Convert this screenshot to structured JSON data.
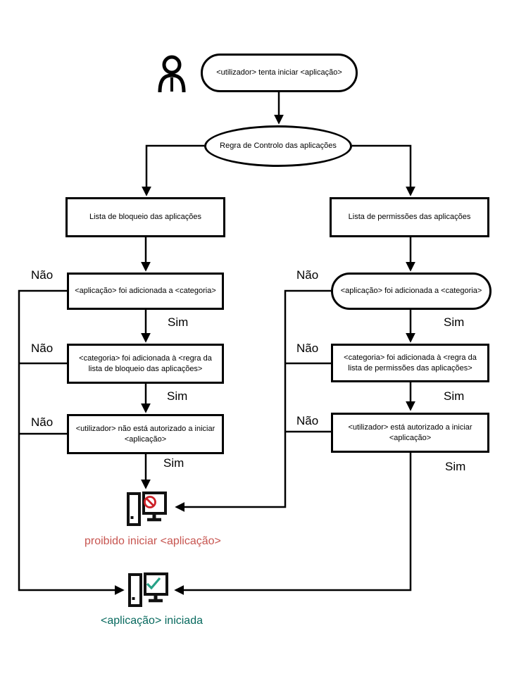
{
  "labels": {
    "no": "Não",
    "yes": "Sim"
  },
  "nodes": {
    "start": "<utilizador> tenta iniciar <aplicação>",
    "rule": "Regra de Controlo das aplicações",
    "blocklist": "Lista de bloqueio das aplicações",
    "allowlist": "Lista de permissões das aplicações",
    "blocklist_step1": "<aplicação> foi adicionada a <categoria>",
    "blocklist_step2": "<categoria> foi adicionada à <regra da lista de bloqueio das aplicações>",
    "blocklist_step3": "<utilizador> não está autorizado a iniciar <aplicação>",
    "allowlist_step1": "<aplicação> foi adicionada a <categoria>",
    "allowlist_step2": "<categoria> foi adicionada à <regra da lista de permissões das aplicações>",
    "allowlist_step3": "<utilizador> está autorizado a iniciar <aplicação>"
  },
  "outcomes": {
    "blocked": "proibido iniciar <aplicação>",
    "started": "<aplicação> iniciada"
  },
  "icons": {
    "user": "user-icon",
    "blocked": "computer-blocked-icon",
    "started": "computer-started-icon"
  },
  "colors": {
    "line": "#000000",
    "blocked_sign": "#cc2027",
    "blocked_text": "#c75550",
    "check": "#26a287",
    "started_text": "#07695e"
  }
}
